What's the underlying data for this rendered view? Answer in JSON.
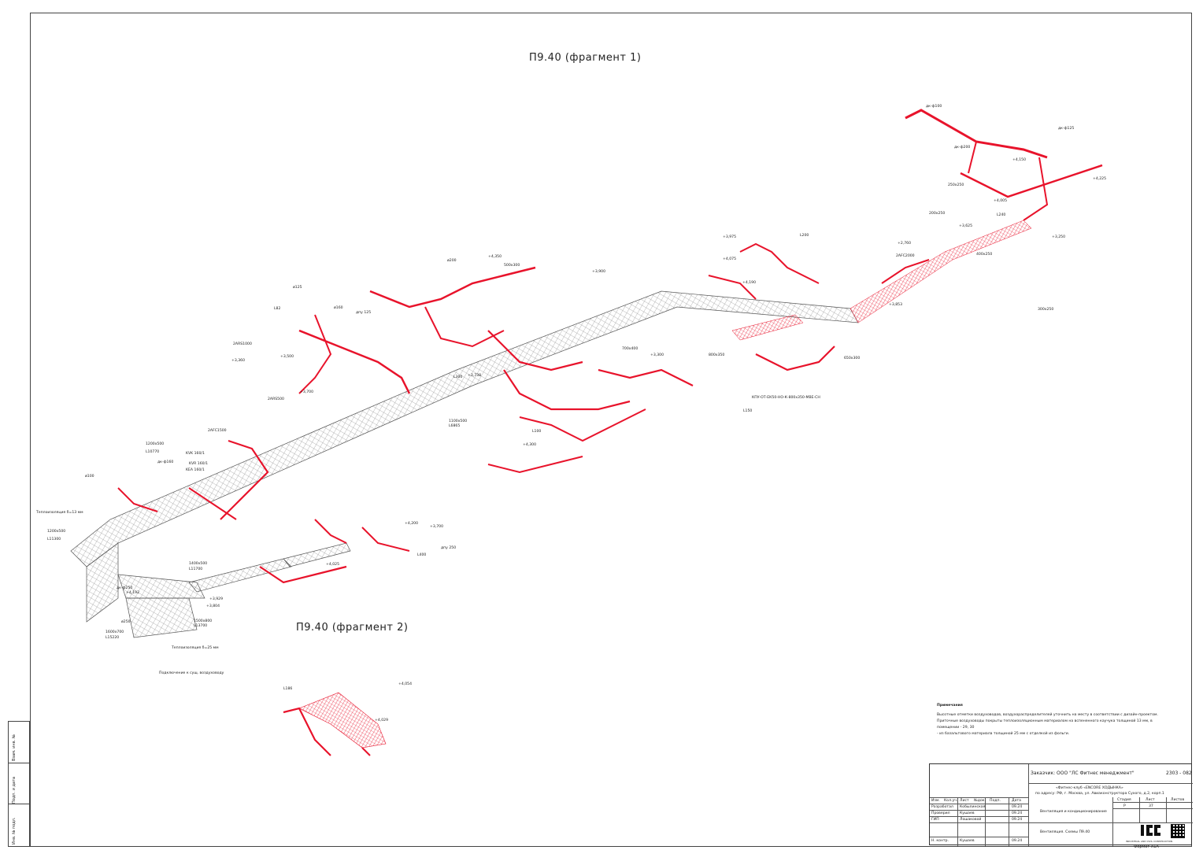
{
  "fragment_titles": {
    "fragment1": "П9.40 (фрагмент 1)",
    "fragment2": "П9.40 (фрагмент 2)"
  },
  "colors": {
    "duct": "#7a7a7a",
    "fitting": "#e8132b",
    "line": "#333333"
  },
  "labels": {
    "insul_13": "Теплоизоляция δ=13 мм",
    "insul_25": "Теплоизоляция δ=25 мм",
    "connect_existing": "Подключение к сущ. воздуховоду",
    "ret_ef": "КПУ-ОТ-ЕК50-НО-К-800х350-МВЕ-СН",
    "d1200x500": "1200х500",
    "l10770": "L10770",
    "l11300": "L11300",
    "d1400x500": "1400х500",
    "l11700": "L11700",
    "d1500x800": "1500х800",
    "l13700": "L13700",
    "d1600x700": "1600х700",
    "l15220": "L15220",
    "d1100x500": "1100х500",
    "l6865": "L6865",
    "d500x300": "500х300",
    "d700x400": "700х400",
    "d800x350": "800х350",
    "d650x300": "650х300",
    "d400x250": "400х250",
    "d300x250": "300х250",
    "d200x250": "200х250",
    "d250x250": "250х250",
    "lv_3500": "+3,500",
    "lv_3360": "+3,360",
    "lv_3700": "+3,700",
    "lv_4200": "+4,200",
    "lv_4350": "+4,350",
    "lv_4300": "+4,300",
    "lv_4025": "+4,025",
    "lv_3929": "+3,929",
    "lv_3804": "+3,804",
    "lv_4192": "+4,192",
    "lv_3738": "+3,738",
    "lv_3300": "+3,300",
    "lv_3250": "+3,250",
    "lv_3853": "+3,853",
    "lv_4005": "+4,005",
    "lv_4150": "+4,150",
    "lv_4225": "+4,225",
    "lv_3900": "+3,900",
    "lv_3975": "+3,975",
    "lv_4075": "+4,075",
    "lv_4190": "+4,190",
    "lv_2760": "+2,760",
    "lv_3625": "+3,625",
    "lv_4054": "+4,054",
    "lv_4029": "+4,029",
    "dk160": "дк-ф160",
    "dk125": "дк-ф125",
    "dk200": "дк-ф200",
    "dk250": "дк-ф250",
    "dk100": "дк-ф100",
    "dpu125": "дпу 125",
    "dpu250": "дпу 250",
    "d125": "ø125",
    "d160": "ø160",
    "d200": "ø200",
    "d250": "ø250",
    "d100": "ø100",
    "ars1000": "2ARS1000",
    "ars500": "2ARS500",
    "afc1500": "2AFC1500",
    "afc2000": "2AFC2000",
    "kvk": "KVK 160/1",
    "kea": "KEA 160/1",
    "kvr": "KVR 160/1",
    "l82": "L82",
    "l400": "L400",
    "l240": "L240",
    "l300": "L300",
    "l100": "L100",
    "l150": "L150",
    "l200": "L200",
    "l186": "L186"
  },
  "notes": {
    "title": "Примечания",
    "lines": [
      "Высотные отметки воздуховодов, воздухораспределителей уточнить на месту в соответствии с дизайн-проектом.",
      "Приточные воздуховоды покрыты теплоизоляционным материалом на вспененного каучука толщиной 13 мм, в помещении - 29, 30",
      "- из базальтового материала толщиной 25 мм с отделкой из фольги."
    ]
  },
  "title_block": {
    "customer": "Заказчик: ООО \"ЛС Фитнес менеджмент\"",
    "code": "2303 - 082",
    "object_line1": "«Фитнес-клуб «ENCORE ХОДЫНКА»",
    "object_line2": "по адресу: РФ, г. Москва, ул. Авиаконструктора Сухого, д.2, корп.1",
    "col_headers": [
      "Изм.",
      "Кол.уч.",
      "Лист",
      "№док.",
      "Подп.",
      "Дата"
    ],
    "rows": [
      {
        "role": "Разработал",
        "name": "Кобылинская",
        "date": "09.24"
      },
      {
        "role": "Проверил",
        "name": "Кушаев",
        "date": "09.24"
      },
      {
        "role": "ГИП",
        "name": "Лошаковой",
        "date": "09.24"
      },
      {
        "role": "Н. контр.",
        "name": "Кушаев",
        "date": "09.24"
      }
    ],
    "section": "Вентиляция и кондиционирование",
    "stage_h": "Стадия",
    "sheet_h": "Лист",
    "sheets_h": "Листов",
    "stage": "Р",
    "sheet": "37",
    "sheet_name": "Вентиляция. Схемы П9.40",
    "company": "ICC",
    "company_sub": "INDUSTRIAL AND CIVIL CONSTRUCTION",
    "format": "Формат А1А"
  },
  "left_strip": [
    "Инв. № подл.",
    "Подп. и дата",
    "Взам. инв. №"
  ]
}
